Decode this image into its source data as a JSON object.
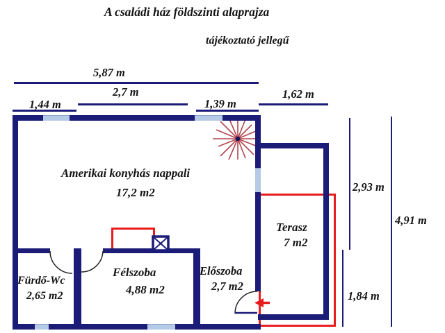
{
  "title": "A családi ház földszinti alaprajza",
  "subtitle": "tájékoztató jellegű",
  "dimensions": {
    "top_total": "5,87 m",
    "top_middle": "2,7 m",
    "top_left": "1,44 m",
    "top_right": "1,39 m",
    "terrace_width": "1,62 m",
    "right_upper": "2,93 m",
    "right_total": "4,91 m",
    "right_lower": "1,84 m"
  },
  "rooms": {
    "living": {
      "name": "Amerikai konyhás nappali",
      "area": "17,2 m2"
    },
    "terrace": {
      "name": "Terasz",
      "area": "7 m2"
    },
    "bathroom": {
      "name": "Fürdő-Wc",
      "area": "2,65 m2"
    },
    "halfroom": {
      "name": "Félszoba",
      "area": "4,88 m2"
    },
    "hallway": {
      "name": "Előszoba",
      "area": "2,7 m2"
    }
  },
  "symbols": {
    "entrance_arrow": "left-arrow",
    "flue_shaft": "x-box",
    "stove_sunburst": "radiating-lines"
  },
  "colors": {
    "wall": "#1b1b78",
    "window": "#b5cae6",
    "accent_red": "#e81c1c",
    "sunburst": "#b2454e",
    "text": "#141414"
  }
}
